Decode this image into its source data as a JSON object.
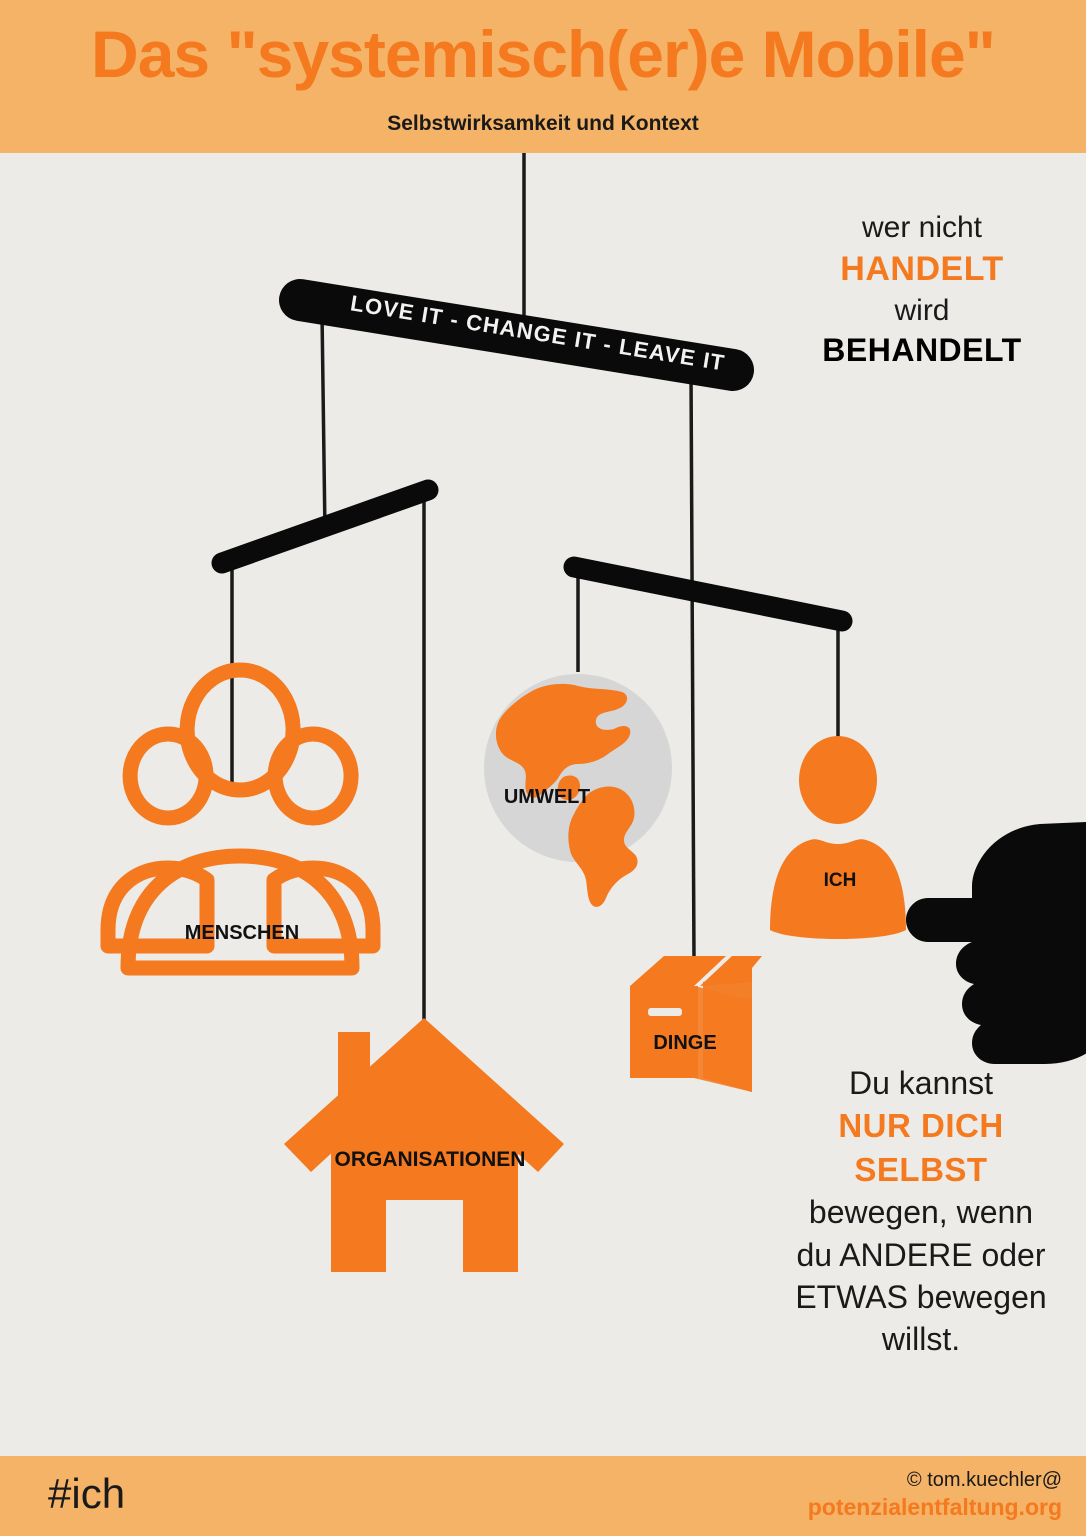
{
  "header": {
    "title": "Das \"systemisch(er)e Mobile\"",
    "subtitle": "Selbstwirksamkeit und Kontext"
  },
  "mobile": {
    "top_bar_label": "LOVE IT - CHANGE IT - LEAVE IT",
    "nodes": [
      {
        "id": "menschen",
        "label": "MENSCHEN",
        "icon": "people-group-icon"
      },
      {
        "id": "organisationen",
        "label": "ORGANISATIONEN",
        "icon": "house-icon"
      },
      {
        "id": "umwelt",
        "label": "UMWELT",
        "icon": "globe-icon"
      },
      {
        "id": "dinge",
        "label": "DINGE",
        "icon": "box-icon"
      },
      {
        "id": "ich",
        "label": "ICH",
        "icon": "person-icon"
      }
    ],
    "pointer": "pointing-hand-icon"
  },
  "quote_top": {
    "line1": "wer nicht",
    "line2": "HANDELT",
    "line3": "wird",
    "line4": "BEHANDELT"
  },
  "quote_bottom": {
    "line1": "Du kannst",
    "line2": "NUR DICH",
    "line3": "SELBST",
    "line4": "bewegen, wenn",
    "line5": "du ANDERE oder",
    "line6": "ETWAS bewegen",
    "line7": "willst."
  },
  "footer": {
    "hashtag": "#ich",
    "copyright_symbol": "©",
    "credit": "tom.kuechler@",
    "website": "potenzialentfaltung.org"
  },
  "colors": {
    "orange_accent": "#F4791F",
    "header_bg": "#F4B366",
    "page_bg": "#ECEBE7",
    "black": "#111111",
    "globe_gray": "#D6D6D6"
  }
}
